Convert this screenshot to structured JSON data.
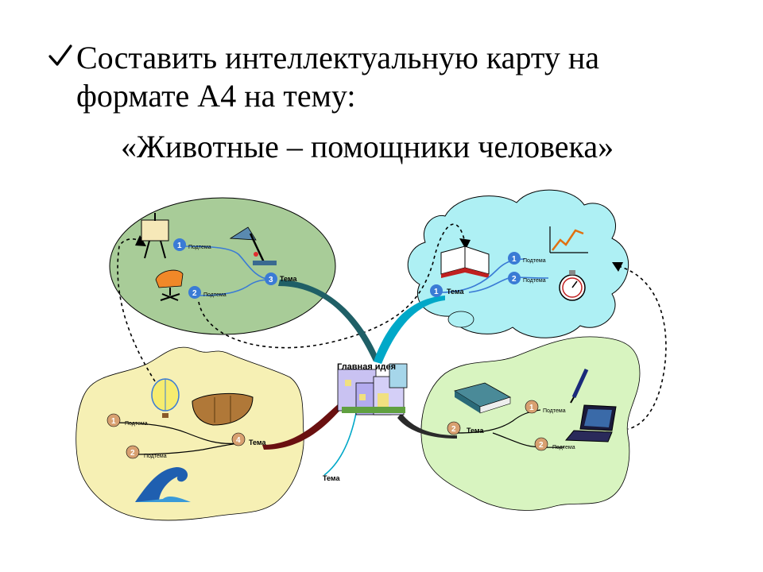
{
  "slide": {
    "line1": "Составить интеллектуальную карту на",
    "line2": "формате А4 на тему:",
    "line3": "«Животные – помощники человека»"
  },
  "map": {
    "center_label": "Главная идея",
    "nodes": {
      "top_left": {
        "topic": "Тема",
        "topic_num": "3",
        "sub1": "Подтема",
        "sub1_num": "1",
        "sub2": "Подтема",
        "sub2_num": "2"
      },
      "top_right": {
        "topic": "Тема",
        "topic_num": "1",
        "sub1": "Подтема",
        "sub1_num": "1",
        "sub2": "Подтема",
        "sub2_num": "2"
      },
      "bottom_left": {
        "topic": "Тема",
        "topic_num": "4",
        "sub1": "Подтема",
        "sub1_num": "1",
        "sub2": "Подтема",
        "sub2_num": "2"
      },
      "bottom_right": {
        "topic": "Тема",
        "topic_num": "2",
        "sub1": "Подтема",
        "sub1_num": "1",
        "sub2": "Подтема",
        "sub2_num": "2"
      },
      "bottom_center": {
        "topic": "Тема"
      }
    },
    "colors": {
      "top_left_blob": "#a8cc98",
      "top_right_cloud": "#aef0f4",
      "bottom_left_blob": "#f6f0b4",
      "bottom_right_blob": "#d8f4c0",
      "topic_badge": "#3a7bd5",
      "subtopic_badge_tan": "#d8a070",
      "branch_line": "#3a7bd5"
    }
  }
}
